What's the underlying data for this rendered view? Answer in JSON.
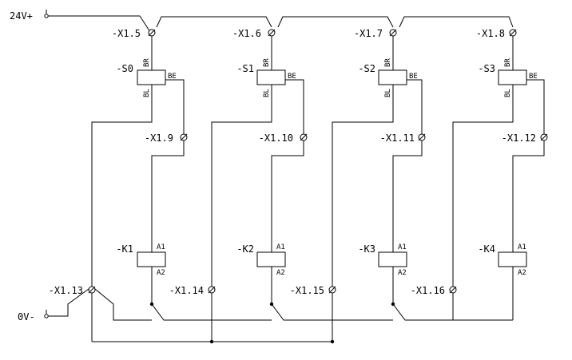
{
  "supply": {
    "positive": "24V+",
    "negative": "0V-"
  },
  "sensor_cells": [
    {
      "top_terminal": "-X1.5",
      "sensor": "-S0",
      "signal_terminal": "-X1.9",
      "pin_top": "BR",
      "pin_side": "BE",
      "pin_bottom": "BL"
    },
    {
      "top_terminal": "-X1.6",
      "sensor": "-S1",
      "signal_terminal": "-X1.10",
      "pin_top": "BR",
      "pin_side": "BE",
      "pin_bottom": "BL"
    },
    {
      "top_terminal": "-X1.7",
      "sensor": "-S2",
      "signal_terminal": "-X1.11",
      "pin_top": "BR",
      "pin_side": "BE",
      "pin_bottom": "BL"
    },
    {
      "top_terminal": "-X1.8",
      "sensor": "-S3",
      "signal_terminal": "-X1.12",
      "pin_top": "BR",
      "pin_side": "BE",
      "pin_bottom": "BL"
    }
  ],
  "relays": [
    {
      "name": "-K1",
      "pin_a1": "A1",
      "pin_a2": "A2"
    },
    {
      "name": "-K2",
      "pin_a1": "A1",
      "pin_a2": "A2"
    },
    {
      "name": "-K3",
      "pin_a1": "A1",
      "pin_a2": "A2"
    },
    {
      "name": "-K4",
      "pin_a1": "A1",
      "pin_a2": "A2"
    }
  ],
  "ground_terminals": [
    "-X1.13",
    "-X1.14",
    "-X1.15",
    "-X1.16"
  ]
}
